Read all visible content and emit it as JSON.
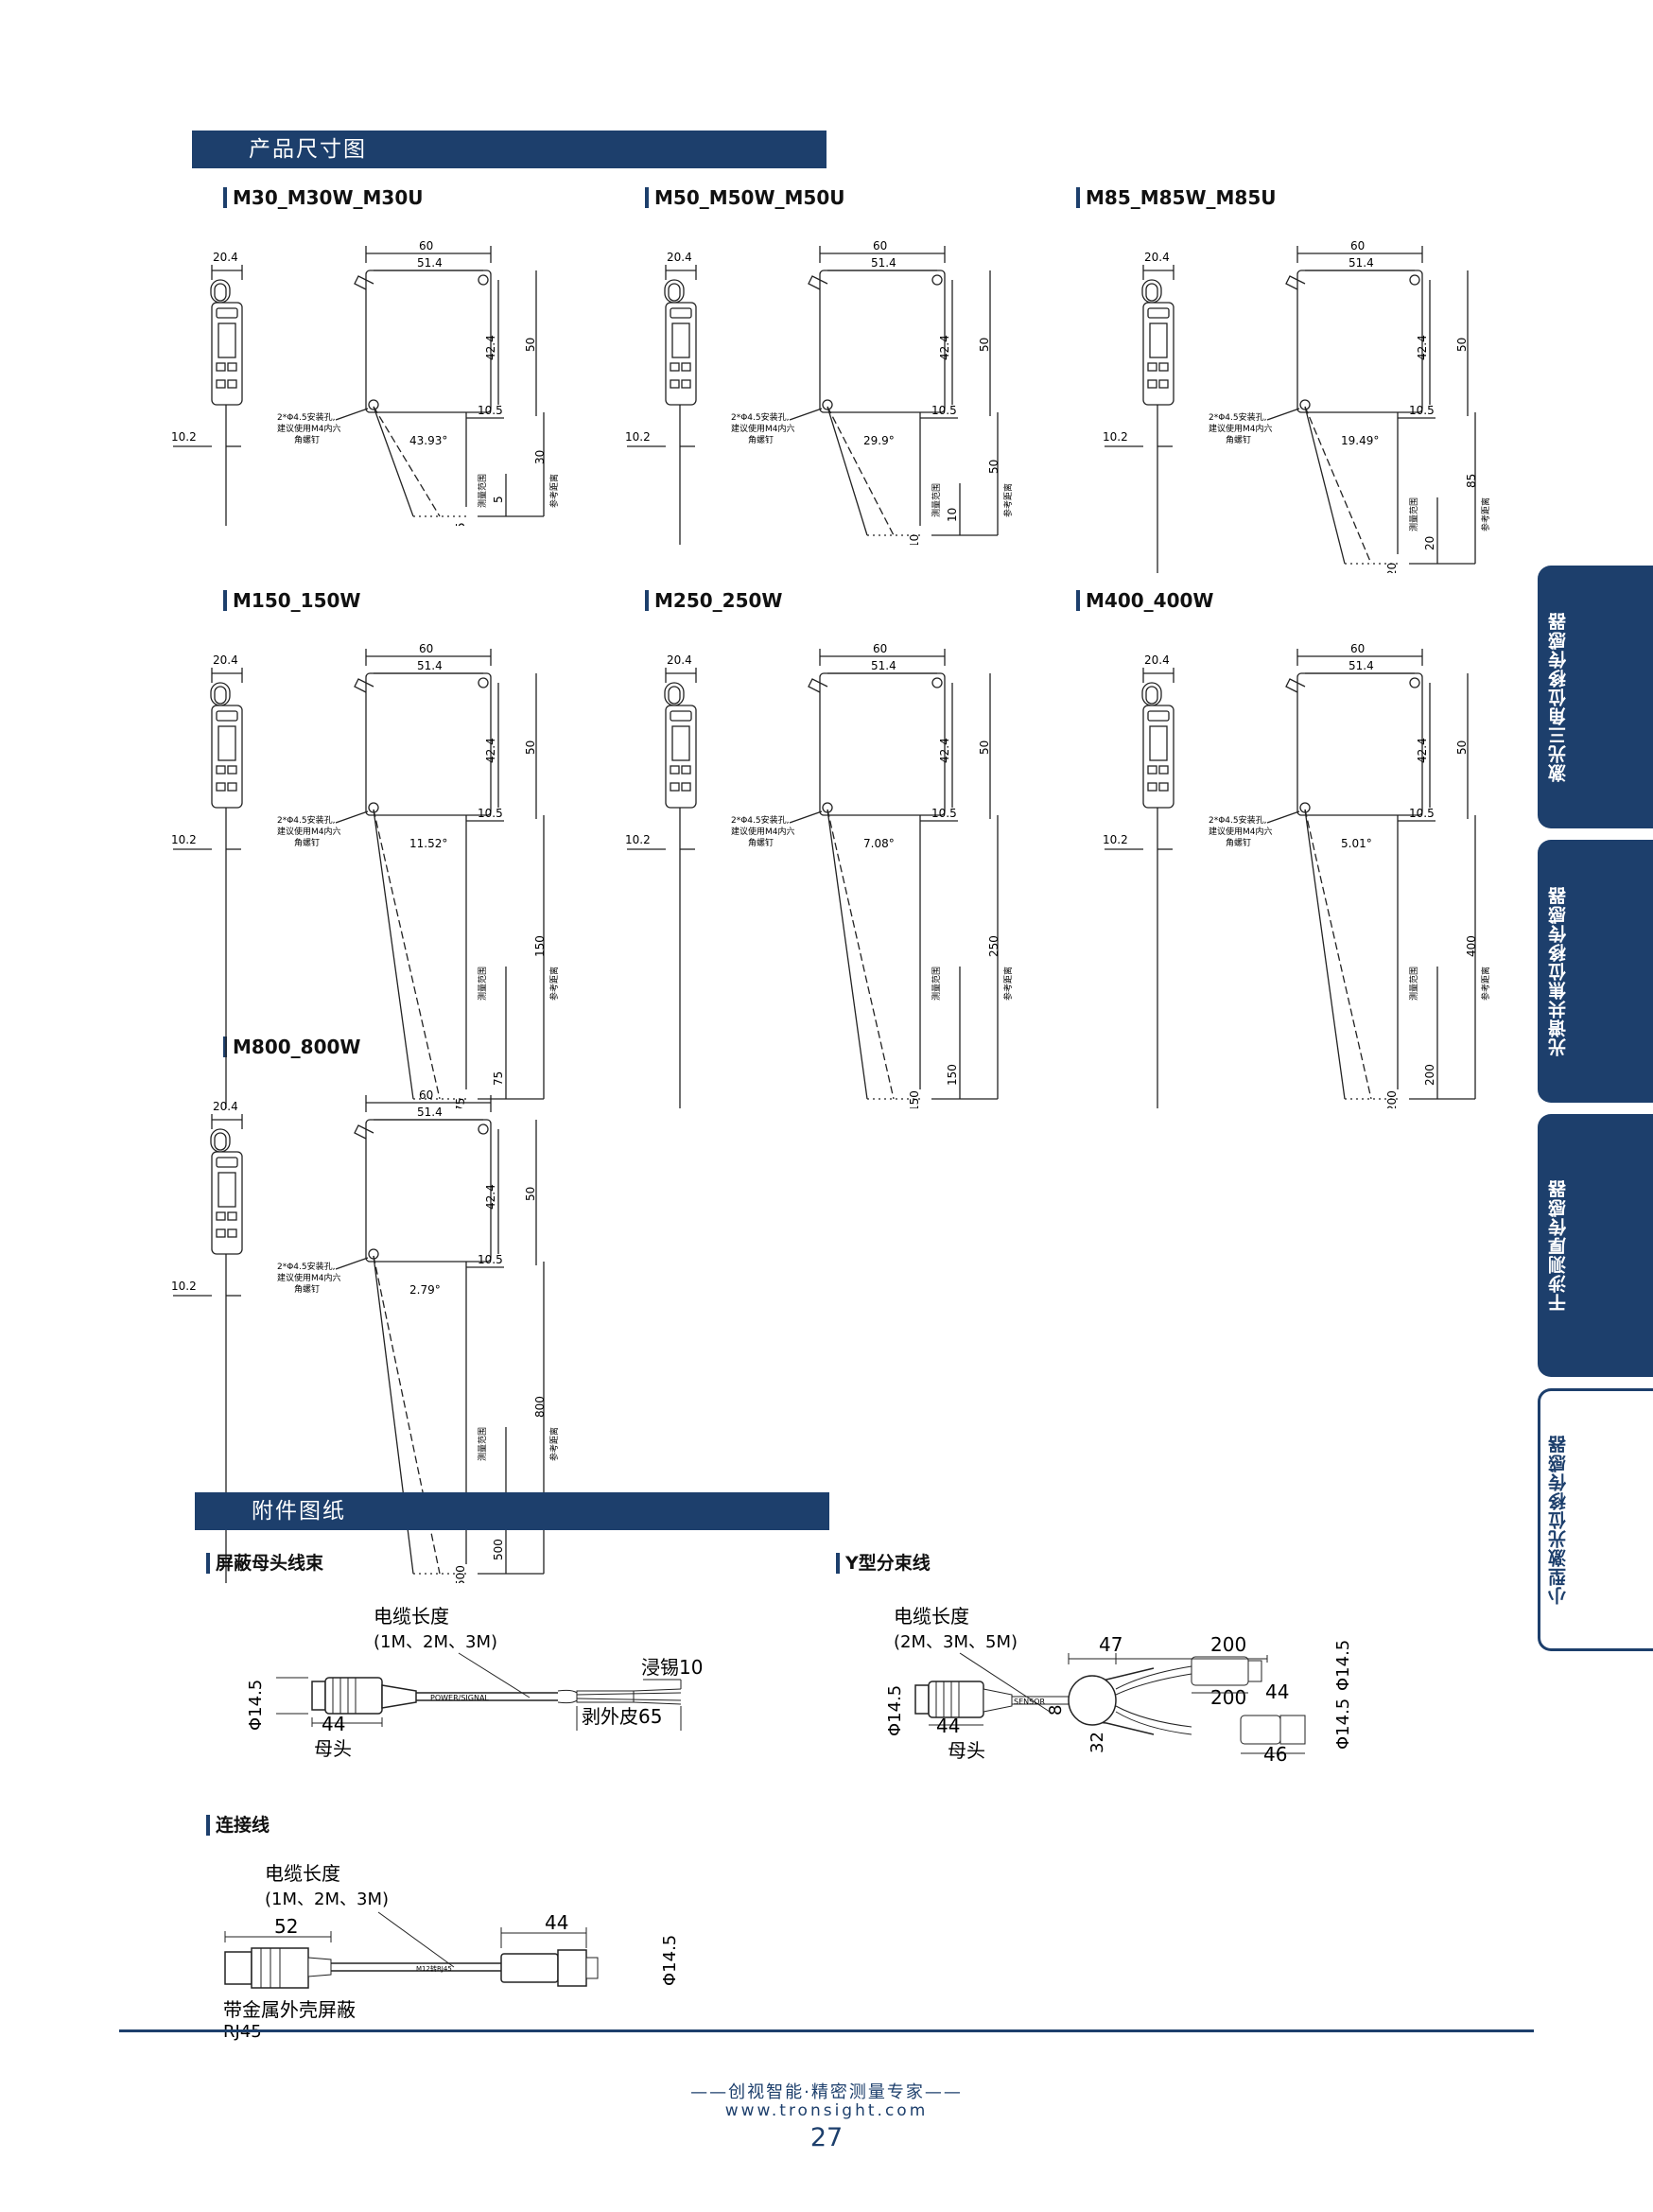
{
  "section_dimensions": "产品尺寸图",
  "section_accessories": "附件图纸",
  "models": [
    {
      "name": "M30_M30W_M30U",
      "angle": "43.93°",
      "range_top": "5",
      "range_bottom": "5",
      "ref_distance": "30"
    },
    {
      "name": "M50_M50W_M50U",
      "angle": "29.9°",
      "range_top": "10",
      "range_bottom": "10",
      "ref_distance": "50"
    },
    {
      "name": "M85_M85W_M85U",
      "angle": "19.49°",
      "range_top": "20",
      "range_bottom": "20",
      "ref_distance": "85"
    },
    {
      "name": "M150_150W",
      "angle": "11.52°",
      "range_top": "75",
      "range_bottom": "75",
      "ref_distance": "150"
    },
    {
      "name": "M250_250W",
      "angle": "7.08°",
      "range_top": "150",
      "range_bottom": "150",
      "ref_distance": "250"
    },
    {
      "name": "M400_400W",
      "angle": "5.01°",
      "range_top": "200",
      "range_bottom": "200",
      "ref_distance": "400"
    },
    {
      "name": "M800_800W",
      "angle": "2.79°",
      "range_top": "500",
      "range_bottom": "500",
      "ref_distance": "800"
    }
  ],
  "dims": {
    "controller_width": "20.4",
    "body_width": "60",
    "hole_spacing": "51.4",
    "hole_height": "42.4",
    "body_height": "50",
    "offset": "10.5",
    "controller_offset": "10.2",
    "mount_note_1": "2*Φ4.5安装孔,",
    "mount_note_2": "建议使用M4内六",
    "mount_note_3": "角螺钉",
    "measure_range": "测量范围",
    "ref_label": "参考距离"
  },
  "accessories": {
    "shield": {
      "title": "屏蔽母头线束",
      "cable_length": "电缆长度",
      "lengths": "(1M、2M、3M)",
      "tin": "浸锡10",
      "strip": "剥外皮65",
      "diameter": "Φ14.5",
      "length": "44",
      "head": "母头",
      "cable_text": "POWER/SIGNAL"
    },
    "y_cable": {
      "title": "Y型分束线",
      "cable_length": "电缆长度",
      "lengths": "(2M、3M、5M)",
      "d47": "47",
      "d200a": "200",
      "d200b": "200",
      "d44a": "44",
      "d44b": "44",
      "d46": "46",
      "d8": "8",
      "d32": "32",
      "diameter": "Φ14.5",
      "diameter_b": "Φ14.5",
      "diameter_c": "Φ14.5",
      "head": "母头",
      "sensor_text": "SENSOR"
    },
    "connector": {
      "title": "连接线",
      "cable_length": "电缆长度",
      "lengths": "(1M、2M、3M)",
      "d52": "52",
      "d44": "44",
      "diameter": "Φ14.5",
      "shield_label": "带金属外壳屏蔽",
      "rj45": "RJ45",
      "cable_text": "M12转RJ45"
    }
  },
  "side_tabs": [
    "激光三角位移传感器",
    "光谱共焦位移传感器",
    "干涉测厚传感器",
    "小型激光位移传感器"
  ],
  "footer": {
    "slogan": "——创视智能·精密测量专家——",
    "website": "www.tronsight.com",
    "page": "27"
  }
}
